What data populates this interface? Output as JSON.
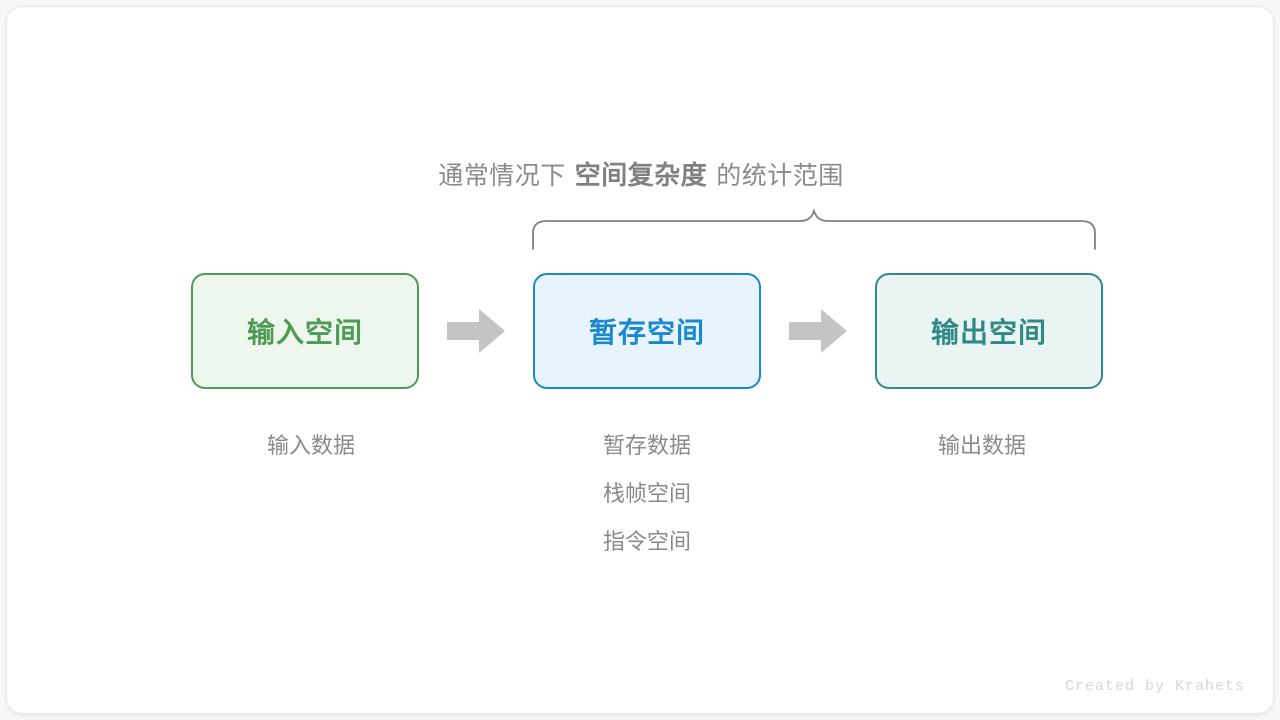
{
  "canvas": {
    "background": "#f7f7f7",
    "card_background": "#ffffff"
  },
  "caption": {
    "prefix": "通常情况下",
    "emphasis": "空间复杂度",
    "suffix": "的统计范围",
    "color": "#8a8a8a",
    "emphasis_color": "#808080"
  },
  "brace": {
    "name": "curly-brace",
    "color": "#808080",
    "spans": [
      "buffer-space",
      "output-space"
    ]
  },
  "flow": {
    "nodes": [
      {
        "id": "input-space",
        "label": "输入空间",
        "border_color": "#4f9a54",
        "fill_color": "#eef7ee",
        "text_color": "#4f9a54"
      },
      {
        "id": "buffer-space",
        "label": "暂存空间",
        "border_color": "#1a88cf",
        "fill_color": "#e8f4fd",
        "text_color": "#1a88cf"
      },
      {
        "id": "output-space",
        "label": "输出空间",
        "border_color": "#2f8a86",
        "fill_color": "#eaf5f3",
        "text_color": "#2f8a86"
      }
    ],
    "arrows": [
      {
        "id": "arrow-input-to-buffer",
        "color": "#c4c4c4"
      },
      {
        "id": "arrow-buffer-to-output",
        "color": "#c4c4c4"
      }
    ]
  },
  "descriptions": {
    "input": [
      "输入数据"
    ],
    "buffer": [
      "暂存数据",
      "栈帧空间",
      "指令空间"
    ],
    "output": [
      "输出数据"
    ],
    "color": "#8a8a8a"
  },
  "credit": {
    "text": "Created by Krahets",
    "color": "#d6d6d6"
  }
}
